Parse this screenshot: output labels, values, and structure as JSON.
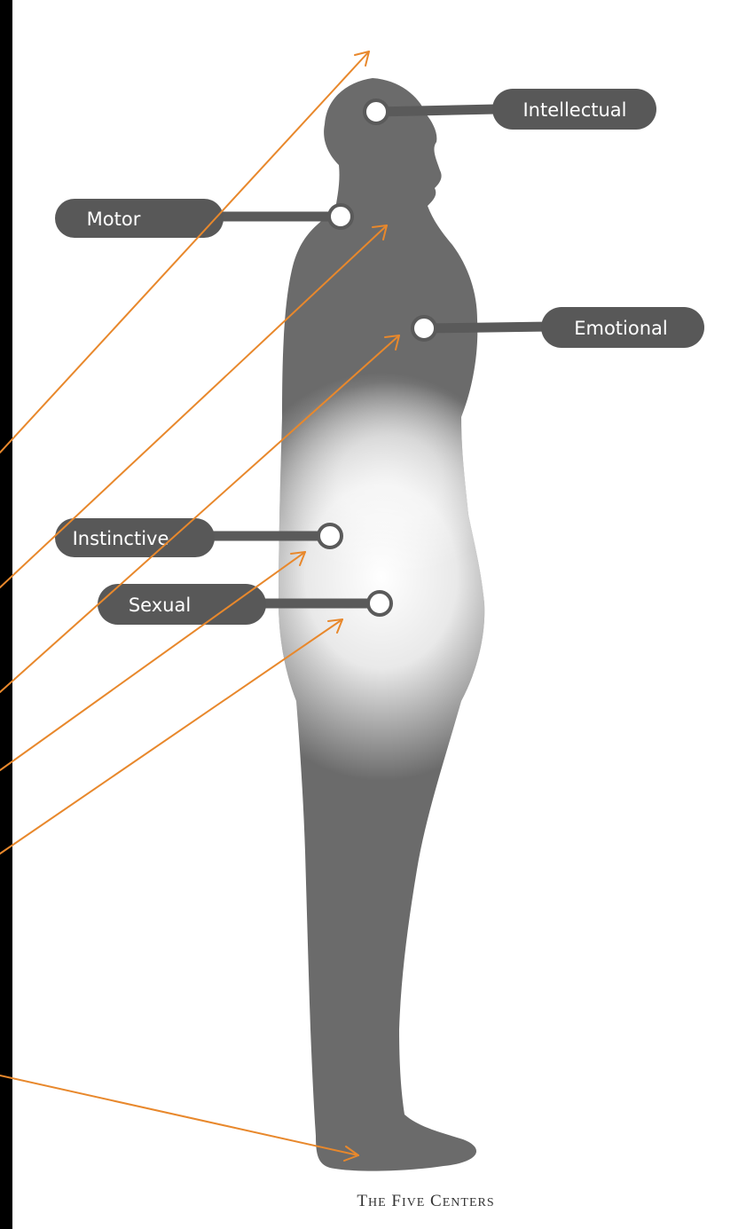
{
  "colors": {
    "background": "#ffffff",
    "left_strip": "#000000",
    "silhouette": "#6b6b6b",
    "pill": "#585858",
    "connector": "#5a5a5a",
    "marker_fill": "#ffffff",
    "annotation_arrow": "#e8882c"
  },
  "centers": {
    "intellectual": "Intellectual",
    "motor": "Motor",
    "emotional": "Emotional",
    "instinctive": "Instinctive",
    "sexual": "Sexual"
  },
  "caption": {
    "text": "The Five Centers"
  }
}
